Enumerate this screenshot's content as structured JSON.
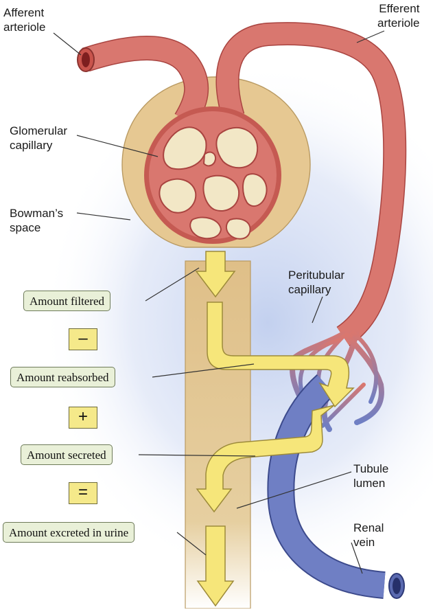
{
  "labels": {
    "afferent_line1": "Afferent",
    "afferent_line2": "arteriole",
    "efferent_line1": "Efferent",
    "efferent_line2": "arteriole",
    "glomerular_line1": "Glomerular",
    "glomerular_line2": "capillary",
    "bowman_line1": "Bowman’s",
    "bowman_line2": "space",
    "peritubular_line1": "Peritubular",
    "peritubular_line2": "capillary",
    "tubule_line1": "Tubule",
    "tubule_line2": "lumen",
    "renal_line1": "Renal",
    "renal_line2": "vein"
  },
  "boxes": {
    "filtered": "Amount filtered",
    "reabsorbed": "Amount reabsorbed",
    "secreted": "Amount secreted",
    "excreted": "Amount excreted in urine"
  },
  "operators": {
    "minus": "–",
    "plus": "+",
    "equals": "="
  },
  "colors": {
    "arteriole": "#d9776f",
    "arteriole_dark": "#a94440",
    "vein": "#6f7fc4",
    "vein_dark": "#3c4a8c",
    "bowman": "#e6c892",
    "tubule": "#dfbf88",
    "arrow": "#f6e67a",
    "glow": "#b8c8ec"
  }
}
